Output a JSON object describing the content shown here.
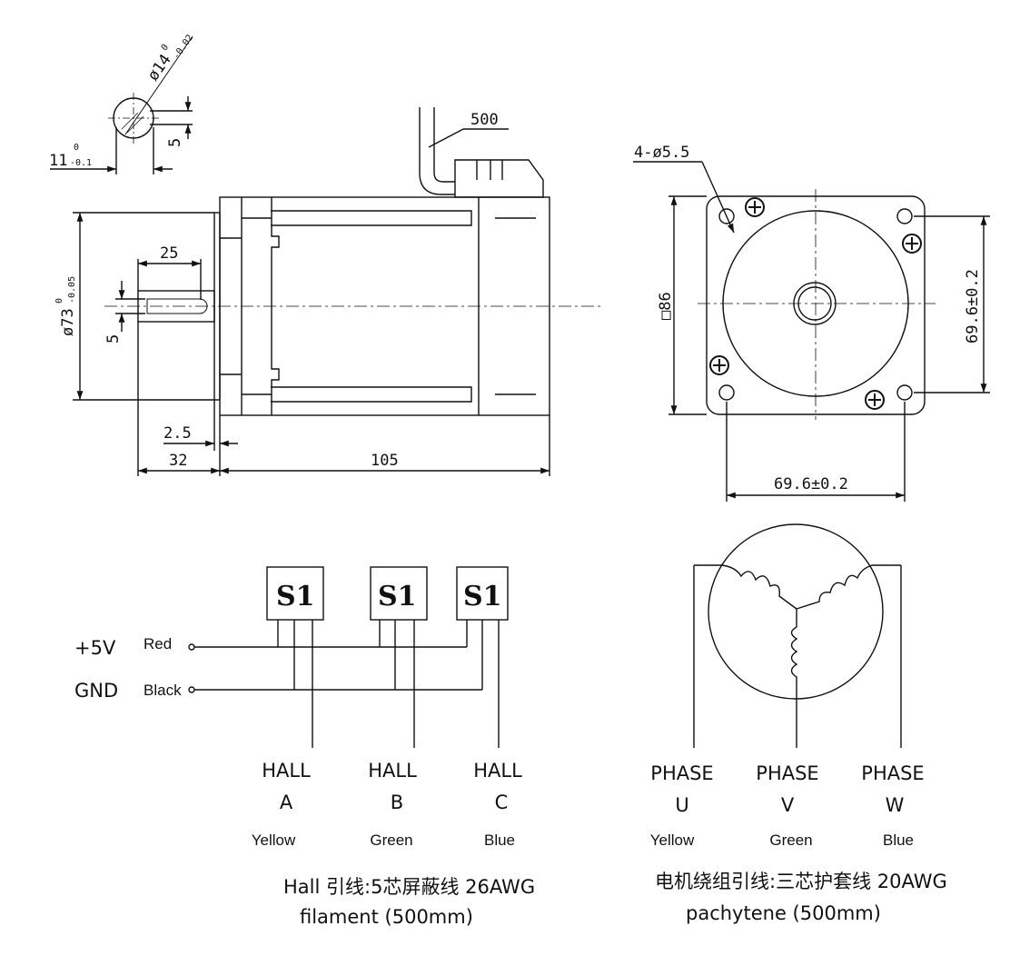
{
  "dimensions": {
    "shaft_diameter": "ø14",
    "shaft_diameter_tol_upper": "0",
    "shaft_diameter_tol_lower": "-0.02",
    "key_depth": "11",
    "key_depth_tol_upper": "0",
    "key_depth_tol_lower": "-0.1",
    "key_width": "5",
    "cable_length": "500",
    "key_length": "25",
    "flange_diameter": "ø73",
    "flange_diameter_tol_upper": "0",
    "flange_diameter_tol_lower": "-0.05",
    "key_width_side": "5",
    "flange_thickness": "2.5",
    "shaft_length": "32",
    "body_length": "105",
    "mount_holes": "4-ø5.5",
    "frame_size": "□86",
    "hole_spacing_v": "69.6±0.2",
    "hole_spacing_h": "69.6±0.2"
  },
  "hall_wiring": {
    "supply_label": "+5V",
    "supply_wire": "Red",
    "ground_label": "GND",
    "ground_wire": "Black",
    "sensor_labels": [
      "S1",
      "S1",
      "S1"
    ],
    "outputs": [
      {
        "line1": "HALL",
        "line2": "A",
        "color": "Yellow"
      },
      {
        "line1": "HALL",
        "line2": "B",
        "color": "Green"
      },
      {
        "line1": "HALL",
        "line2": "C",
        "color": "Blue"
      }
    ],
    "note_line1": "Hall 引线:5芯屏蔽线 26AWG",
    "note_line2": "filament (500mm)"
  },
  "phase_wiring": {
    "outputs": [
      {
        "line1": "PHASE",
        "line2": "U",
        "color": "Yellow"
      },
      {
        "line1": "PHASE",
        "line2": "V",
        "color": "Green"
      },
      {
        "line1": "PHASE",
        "line2": "W",
        "color": "Blue"
      }
    ],
    "note_line1": "电机绕组引线:三芯护套线 20AWG",
    "note_line2": "pachytene (500mm)"
  }
}
